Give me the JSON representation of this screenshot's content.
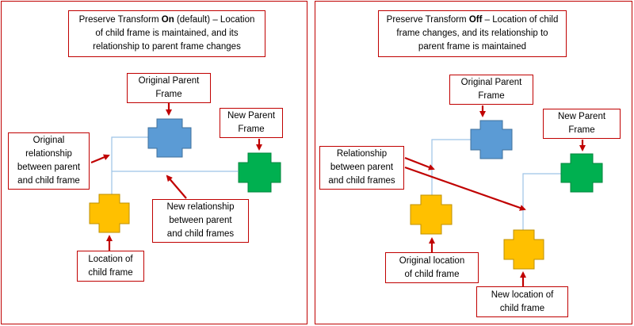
{
  "colors": {
    "frame_border": "#c00000",
    "arrow": "#c00000",
    "link_line": "#9dc3e6",
    "parent_blue": "#5b9bd5",
    "parent_blue_stroke": "#41719c",
    "parent_green": "#00b050",
    "parent_green_stroke": "#00853c",
    "child_yellow": "#ffc000",
    "child_yellow_stroke": "#bf9000"
  },
  "left_panel": {
    "header": {
      "line1_prefix": "Preserve Transform ",
      "line1_bold": "On",
      "line1_suffix": " (default) – Location",
      "line2": "of child frame is maintained, and its",
      "line3": "relationship to parent frame changes"
    },
    "original_parent": {
      "line1": "Original Parent",
      "line2": "Frame"
    },
    "new_parent": {
      "line1": "New Parent",
      "line2": "Frame"
    },
    "original_relationship": {
      "line1": "Original",
      "line2": "relationship",
      "line3": "between parent",
      "line4": "and child frame"
    },
    "new_relationship": {
      "line1": "New relationship",
      "line2": "between parent",
      "line3": "and child frames"
    },
    "child_location": {
      "line1": "Location of",
      "line2": "child frame"
    }
  },
  "right_panel": {
    "header": {
      "line1_prefix": "Preserve Transform ",
      "line1_bold": "Off",
      "line1_suffix": " – Location of child",
      "line2": "frame changes, and its relationship to",
      "line3": "parent frame is maintained"
    },
    "original_parent": {
      "line1": "Original Parent",
      "line2": "Frame"
    },
    "new_parent": {
      "line1": "New Parent",
      "line2": "Frame"
    },
    "relationship": {
      "line1": "Relationship",
      "line2": "between parent",
      "line3": "and child frames"
    },
    "original_location": {
      "line1": "Original location",
      "line2": "of child frame"
    },
    "new_location": {
      "line1": "New location of",
      "line2": "child frame"
    }
  }
}
